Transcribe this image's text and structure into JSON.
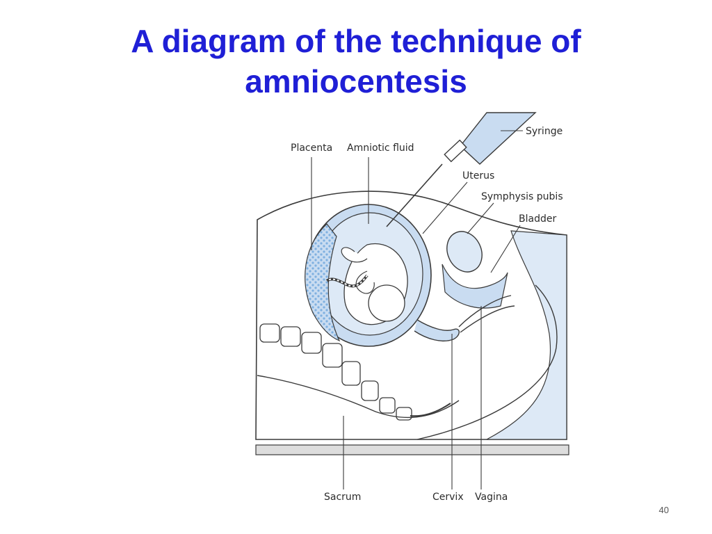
{
  "slide": {
    "title_line1": "A diagram of the technique of",
    "title_line2": "amniocentesis",
    "page_number": "40"
  },
  "diagram": {
    "labels": {
      "syringe": "Syringe",
      "placenta": "Placenta",
      "amniotic_fluid": "Amniotic fluid",
      "uterus": "Uterus",
      "symphysis_pubis": "Symphysis pubis",
      "bladder": "Bladder",
      "sacrum": "Sacrum",
      "cervix": "Cervix",
      "vagina": "Vagina"
    },
    "colors": {
      "title": "#1f1fd6",
      "fill": "#dde9f6",
      "fill_dark": "#c9dcf1",
      "placenta": "#9cc3e8",
      "line": "#3a3a3a"
    }
  }
}
